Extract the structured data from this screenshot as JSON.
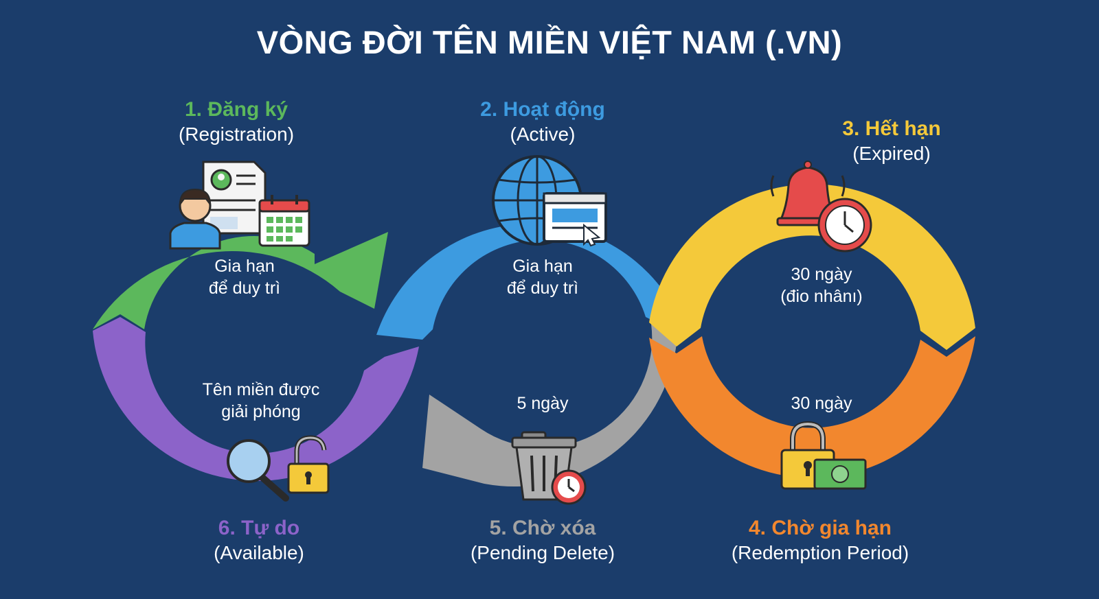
{
  "title": "VÒNG ĐỜI TÊN MIỀN VIỆT NAM (.VN)",
  "colors": {
    "background": "#1b3d6b",
    "registration": "#5cb85c",
    "active": "#3d9be0",
    "expired": "#f4c93a",
    "redemption": "#f2872e",
    "pending_delete": "#a3a3a3",
    "available": "#8c63c9"
  },
  "stages": [
    {
      "name": "1. Đăng ký",
      "sub": "(Registration)",
      "icon": "registration-form-calendar-icon"
    },
    {
      "name": "2. Hoạt động",
      "sub": "(Active)",
      "icon": "globe-browser-icon"
    },
    {
      "name": "3. Hết hạn",
      "sub": "(Expired)",
      "icon": "alarm-bell-clock-icon"
    },
    {
      "name": "4. Chờ gia hạn",
      "sub": "(Redemption Period)",
      "icon": "padlock-money-icon"
    },
    {
      "name": "5. Chờ xóa",
      "sub": "(Pending Delete)",
      "icon": "trash-clock-icon"
    },
    {
      "name": "6. Tự do",
      "sub": "(Available)",
      "icon": "magnifier-unlock-icon"
    }
  ],
  "inner_labels": {
    "left_top": [
      "Gia hạn",
      "để duy trì"
    ],
    "left_bottom": [
      "Tên miền được",
      "giải phóng"
    ],
    "middle_top": [
      "Gia hạn",
      "để duy trì"
    ],
    "middle_bottom": "5 ngày",
    "right_top": [
      "30 ngày",
      "(đio nhânı)"
    ],
    "right_bottom": "30 ngày"
  }
}
